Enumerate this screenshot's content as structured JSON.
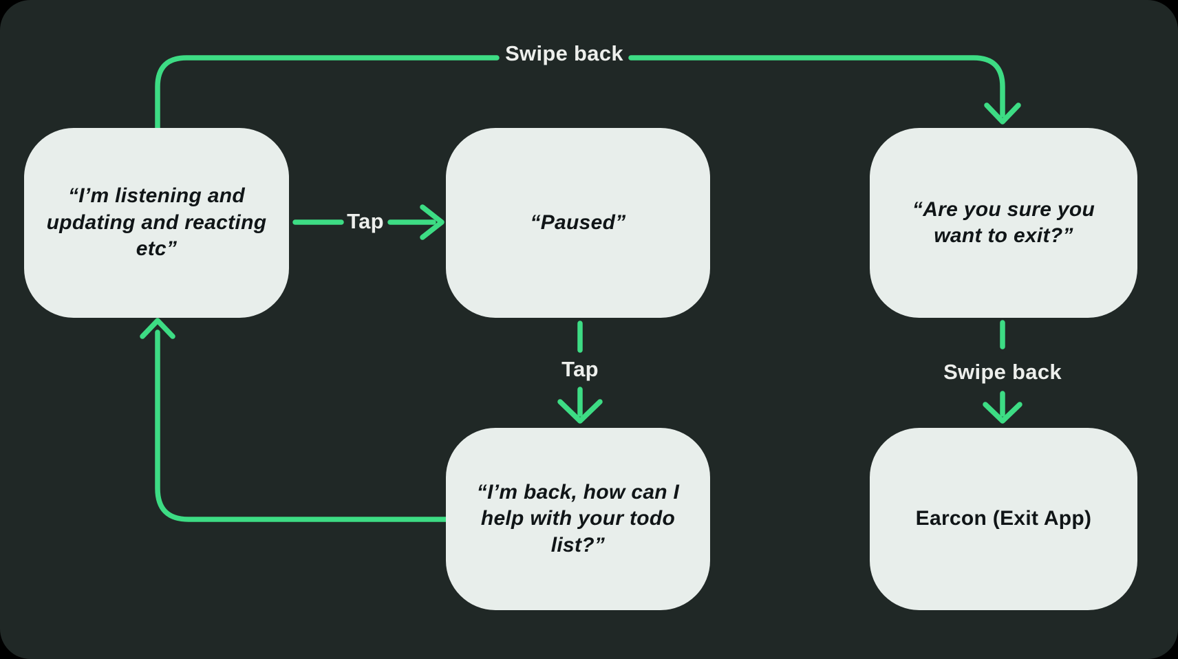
{
  "diagram": {
    "nodes": {
      "listening": {
        "label": "“I’m listening and\nupdating and reacting\netc”"
      },
      "paused": {
        "label": "“Paused”"
      },
      "confirm_exit": {
        "label": "“Are you sure you\nwant to exit?”"
      },
      "back_helper": {
        "label": "“I’m back, how can I\nhelp with your todo\nlist?”"
      },
      "earcon_exit": {
        "label": "Earcon (Exit App)"
      }
    },
    "edges": {
      "swipe_back_top": {
        "label": "Swipe back"
      },
      "tap_pause": {
        "label": "Tap"
      },
      "tap_resume": {
        "label": "Tap"
      },
      "swipe_back_exit": {
        "label": "Swipe back"
      },
      "loop_return": {
        "label": ""
      }
    },
    "colors": {
      "outer_background": "#000000",
      "panel_background": "#202826",
      "node_fill": "#e8eeeb",
      "node_text": "#101517",
      "accent_green": "#3ddc84",
      "edge_label_text": "#edefec"
    }
  }
}
